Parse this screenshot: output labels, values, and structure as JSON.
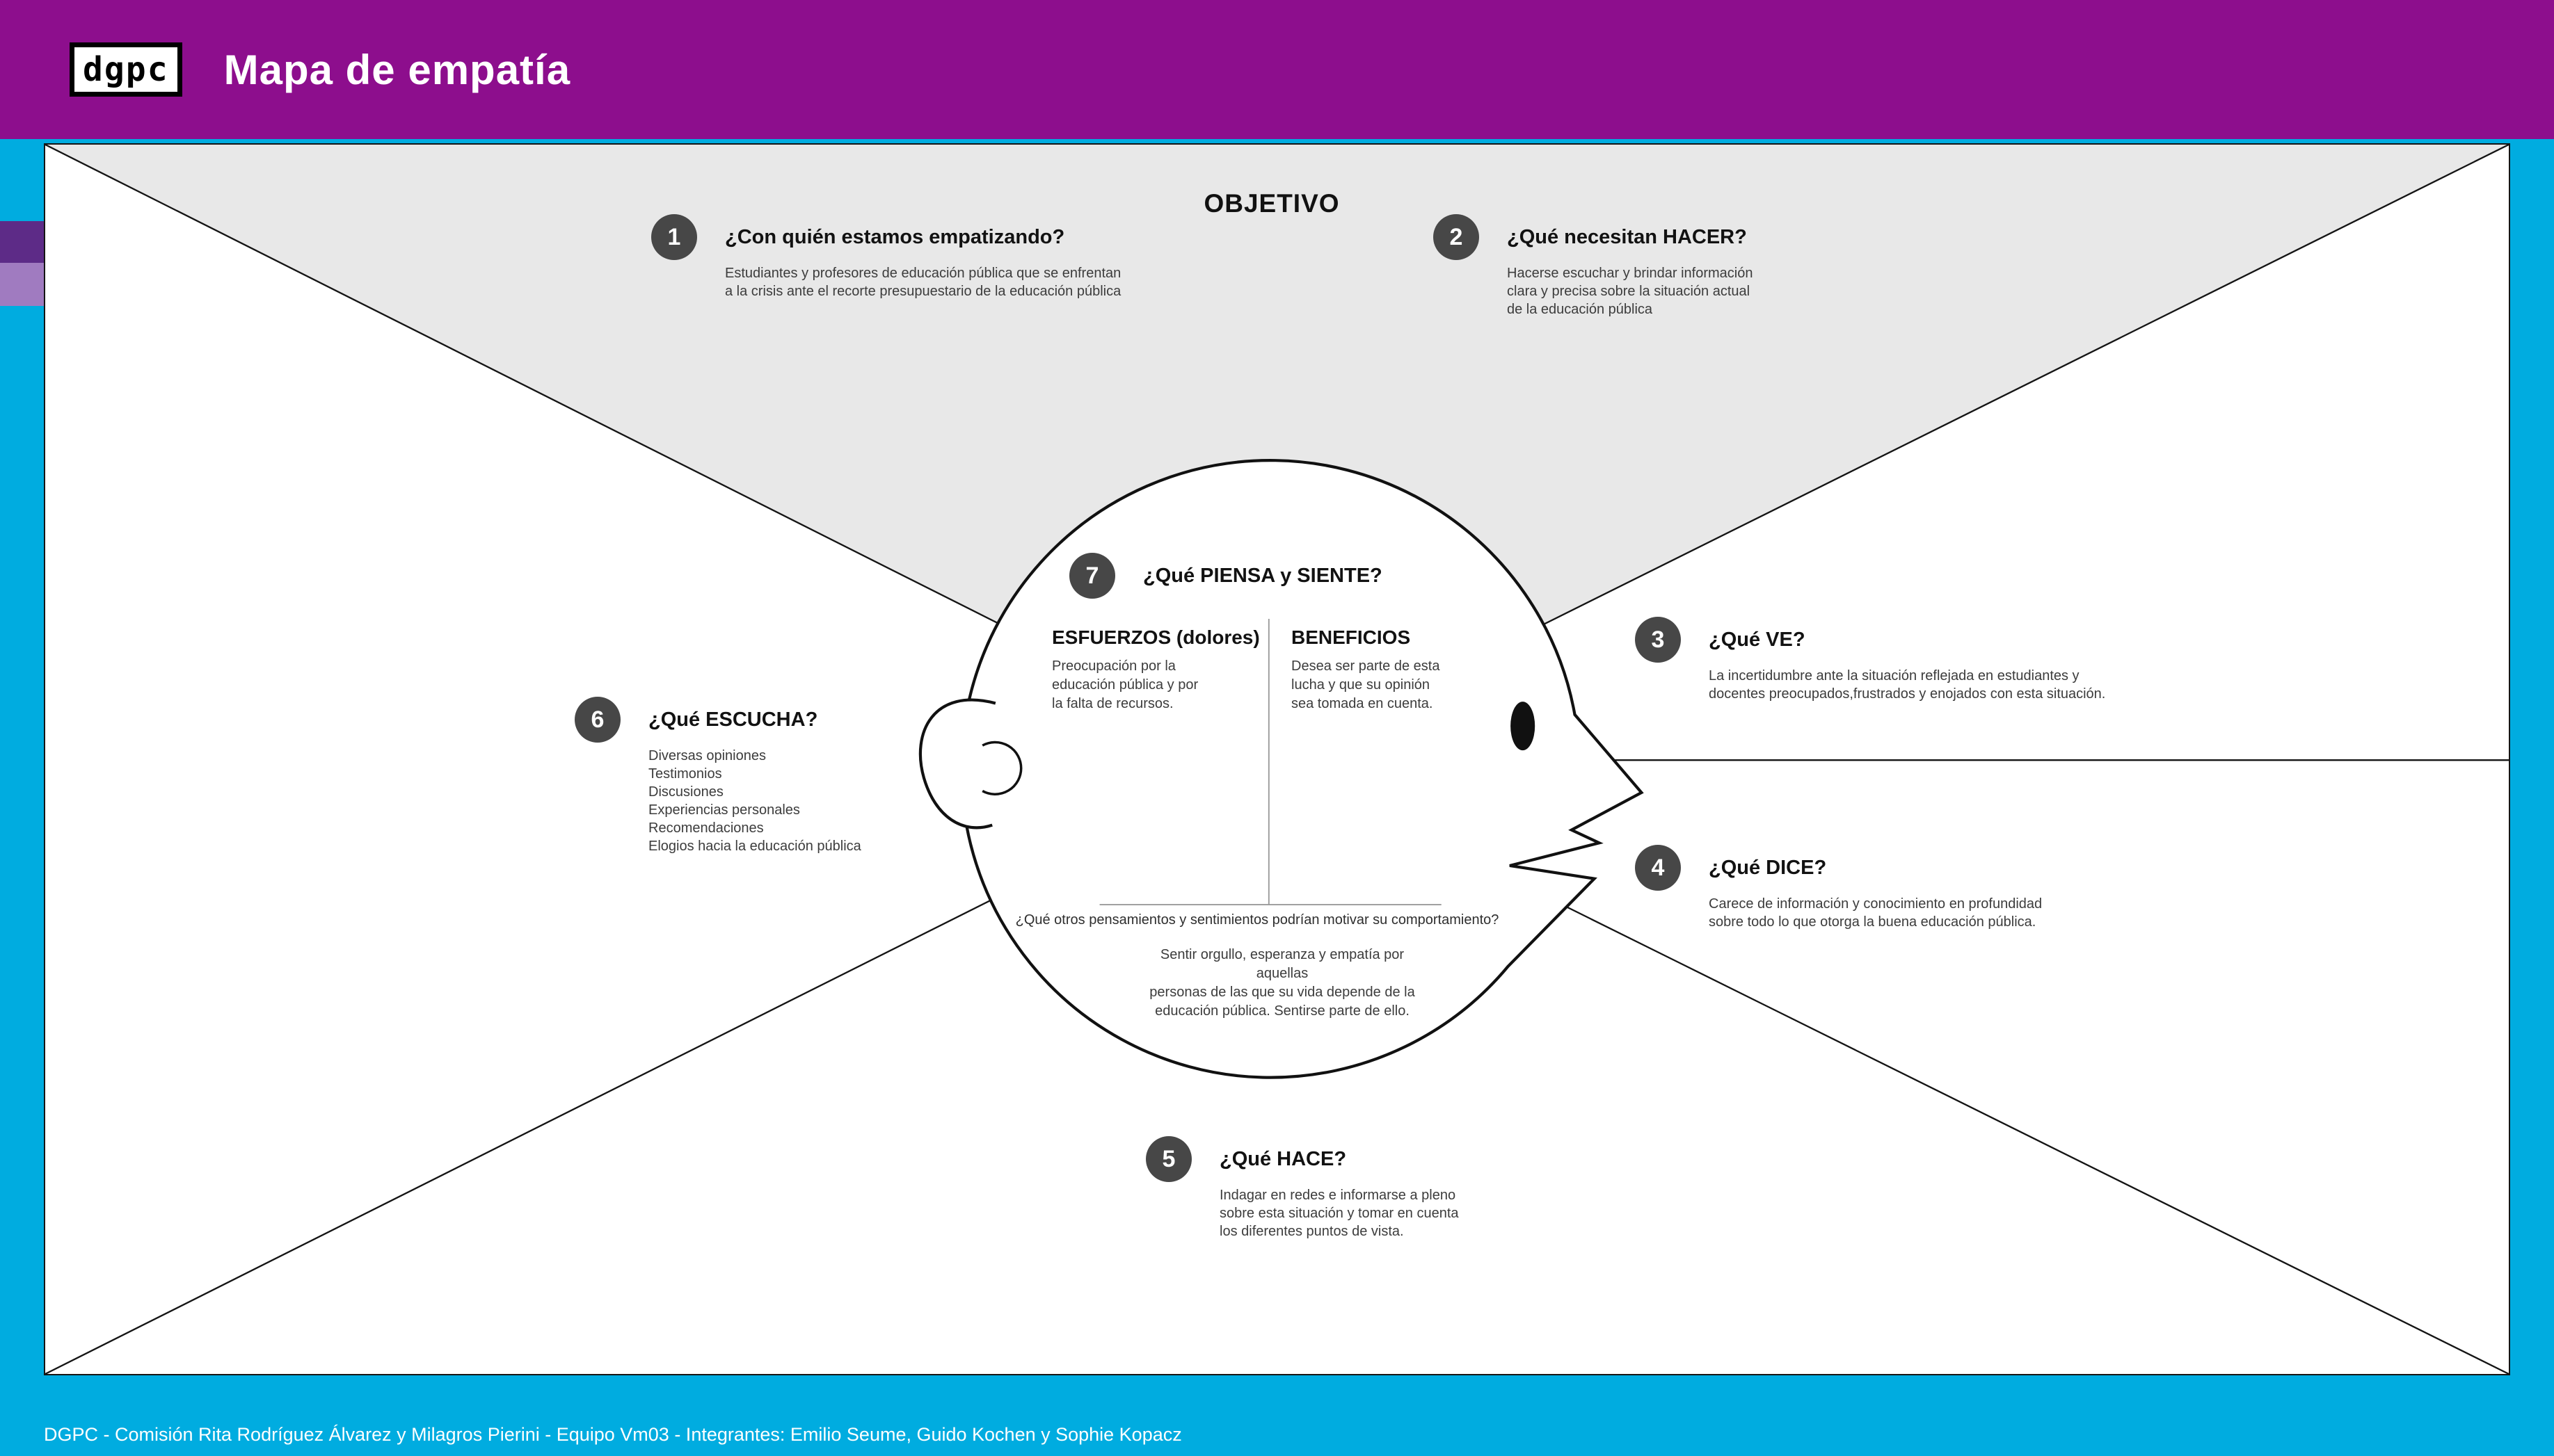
{
  "header": {
    "logo_text": "dgpc",
    "title": "Mapa de empatía"
  },
  "objective_label": "OBJETIVO",
  "sections": [
    {
      "number": "1",
      "title": "¿Con quién estamos empatizando?",
      "body": [
        "Estudiantes y profesores de educación pública que se enfrentan",
        "a la crisis ante el recorte presupuestario de la educación pública"
      ]
    },
    {
      "number": "2",
      "title": "¿Qué necesitan HACER?",
      "body": [
        "Hacerse escuchar y brindar información",
        "clara y precisa sobre la situación actual",
        "de la educación pública"
      ]
    },
    {
      "number": "3",
      "title": "¿Qué VE?",
      "body": [
        "La incertidumbre ante la situación reflejada en estudiantes y",
        "docentes preocupados,frustrados y enojados con esta situación."
      ]
    },
    {
      "number": "4",
      "title": "¿Qué DICE?",
      "body": [
        "Carece de información y conocimiento en profundidad",
        "sobre todo lo que otorga la buena educación pública."
      ]
    },
    {
      "number": "5",
      "title": "¿Qué HACE?",
      "body": [
        "Indagar en redes e informarse a pleno",
        "sobre esta situación y tomar en cuenta",
        "los diferentes puntos de vista."
      ]
    },
    {
      "number": "6",
      "title": "¿Qué ESCUCHA?",
      "body": [
        "Diversas opiniones",
        "Testimonios",
        "Discusiones",
        "Experiencias personales",
        "Recomendaciones",
        "Elogios hacia la educación pública"
      ]
    }
  ],
  "think_feel": {
    "number": "7",
    "title": "¿Qué PIENSA y SIENTE?",
    "pains_title": "ESFUERZOS (dolores)",
    "pains_body": [
      "Preocupación por la",
      "educación pública y por",
      "la falta de recursos."
    ],
    "gains_title": "BENEFICIOS",
    "gains_body": [
      "Desea ser parte de esta",
      "lucha y que su opinión",
      "sea tomada en cuenta."
    ],
    "question": "¿Qué otros pensamientos y sentimientos podrían motivar su comportamiento?",
    "answer": [
      "Sentir orgullo, esperanza y empatía por aquellas",
      "personas de las que su vida depende de la",
      "educación pública. Sentirse parte de ello."
    ]
  },
  "footer": {
    "credits": "DGPC - Comisión Rita Rodríguez Álvarez y Milagros Pierini - Equipo Vm03 - Integrantes: Emilio Seume, Guido Kochen y Sophie Kopacz"
  },
  "colors": {
    "header_bg": "#8d0e8d",
    "page_bg": "#00ace0",
    "objective_area": "#e8e8e8",
    "badge": "#474747",
    "stripe_dark": "#5d2b87",
    "stripe_light": "#a07bc0"
  }
}
